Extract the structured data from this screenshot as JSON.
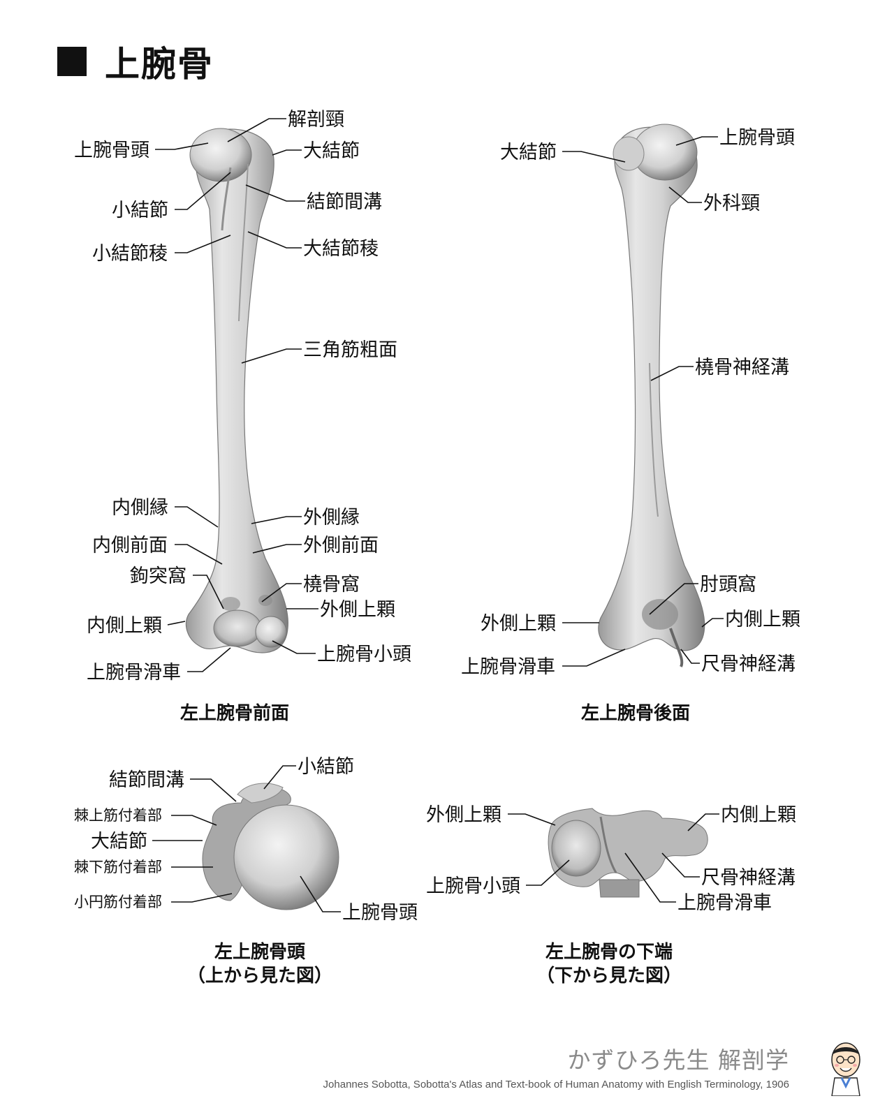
{
  "title": "上腕骨",
  "anterior": {
    "caption": "左上腕骨前面",
    "labels": {
      "anatomical_neck": "解剖頸",
      "head": "上腕骨頭",
      "greater_tubercle": "大結節",
      "lesser_tubercle": "小結節",
      "intertubercular_groove": "結節間溝",
      "lesser_tubercle_crest": "小結節稜",
      "greater_tubercle_crest": "大結節稜",
      "deltoid_tuberosity": "三角筋粗面",
      "medial_border": "内側縁",
      "lateral_border": "外側縁",
      "anteromedial_surface": "内側前面",
      "anterolateral_surface": "外側前面",
      "coronoid_fossa": "鉤突窩",
      "radial_fossa": "橈骨窩",
      "lateral_epicondyle": "外側上顆",
      "medial_epicondyle": "内側上顆",
      "capitulum": "上腕骨小頭",
      "trochlea": "上腕骨滑車"
    }
  },
  "posterior": {
    "caption": "左上腕骨後面",
    "labels": {
      "greater_tubercle": "大結節",
      "head": "上腕骨頭",
      "surgical_neck": "外科頸",
      "radial_groove": "橈骨神経溝",
      "olecranon_fossa": "肘頭窩",
      "lateral_epicondyle": "外側上顆",
      "medial_epicondyle": "内側上顆",
      "trochlea": "上腕骨滑車",
      "ulnar_groove": "尺骨神経溝"
    }
  },
  "top_view": {
    "caption1": "左上腕骨頭",
    "caption2": "（上から見た図）",
    "labels": {
      "intertubercular_groove": "結節間溝",
      "lesser_tubercle": "小結節",
      "supraspinatus": "棘上筋付着部",
      "greater_tubercle": "大結節",
      "infraspinatus": "棘下筋付着部",
      "teres_minor": "小円筋付着部",
      "head": "上腕骨頭"
    }
  },
  "bottom_view": {
    "caption1": "左上腕骨の下端",
    "caption2": "（下から見た図）",
    "labels": {
      "lateral_epicondyle": "外側上顆",
      "medial_epicondyle": "内側上顆",
      "capitulum": "上腕骨小頭",
      "ulnar_groove": "尺骨神経溝",
      "trochlea": "上腕骨滑車"
    }
  },
  "footer": {
    "brand": "かずひろ先生 解剖学",
    "source": "Johannes Sobotta, Sobotta's Atlas and Text-book of Human Anatomy with English Terminology, 1906"
  }
}
